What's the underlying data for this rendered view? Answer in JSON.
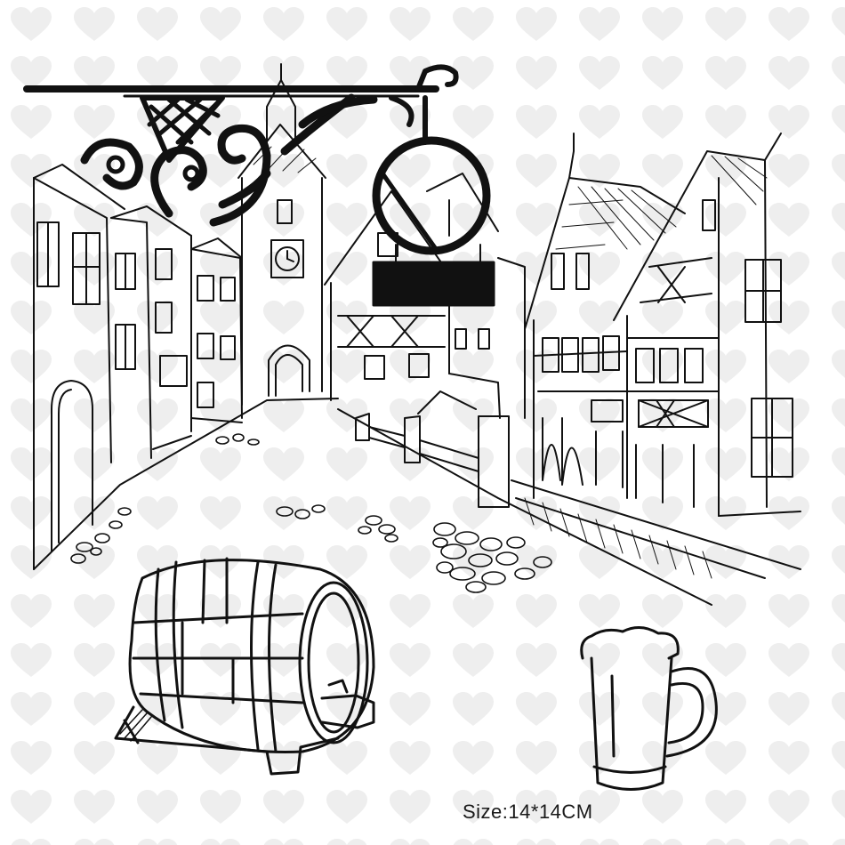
{
  "product": {
    "size_label": "Size:14*14CM"
  },
  "scene": {
    "subjects": [
      "hanging-sign-bracket",
      "town-street",
      "clock-tower",
      "half-timbered-houses",
      "beer-barrel",
      "beer-mug"
    ]
  },
  "colors": {
    "background": "#ffffff",
    "watermark_hearts": "#eeeeee",
    "ink": "#111111"
  }
}
